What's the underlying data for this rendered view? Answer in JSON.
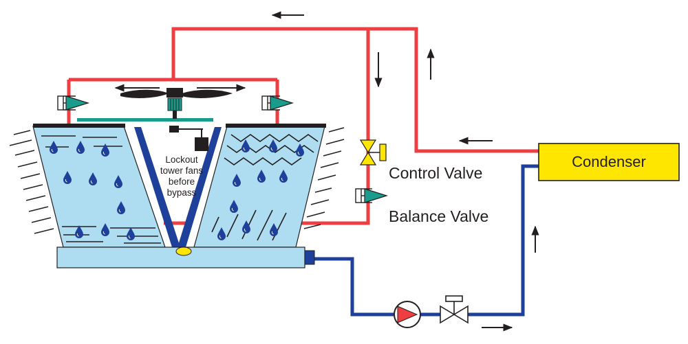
{
  "labels": {
    "condenser": "Condenser",
    "control_valve": "Control Valve",
    "balance_valve": "Balance Valve",
    "lockout_note": [
      "Lockout",
      "tower fans",
      "before",
      "bypass"
    ]
  },
  "colors": {
    "supply_pipe": "#ef3e42",
    "return_pipe": "#1e3f9a",
    "condenser_fill": "#ffe600",
    "water_fill": "#aedcf0",
    "droplet": "#1e3f9a",
    "valve_green": "#1a9c8c",
    "pump_red": "#ef3e42"
  },
  "icons": [
    "fan-icon",
    "motor-icon",
    "pump-icon",
    "gate-valve-icon",
    "control-valve-icon",
    "balance-valve-icon",
    "water-drop-icon",
    "flow-arrow-icon"
  ]
}
